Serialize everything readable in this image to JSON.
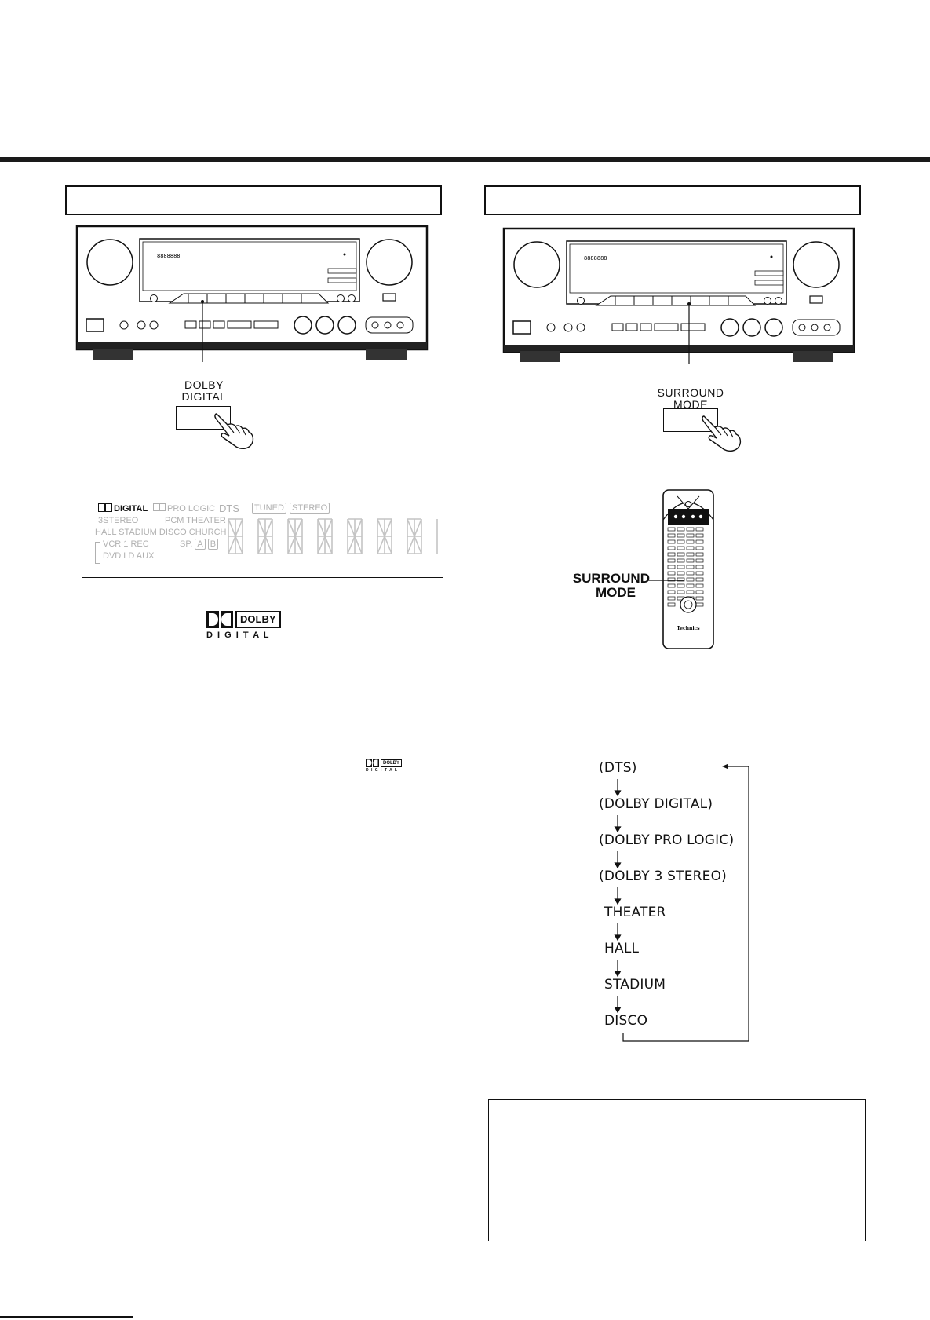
{
  "left_panel": {
    "button_label_line1": "DOLBY",
    "button_label_line2": "DIGITAL",
    "display": {
      "row1_active": "DIGITAL",
      "row1_prologic": "PRO LOGIC",
      "row1_dts": "DTS",
      "row1_tuned": "TUNED",
      "row1_stereo": "STEREO",
      "row2_3stereo": "3STEREO",
      "row2_pcm": "PCM THEATER",
      "row3_modes": "HALL STADIUM DISCO CHURCH",
      "row4_vcr": "VCR 1 REC",
      "row4_sp": "SP.",
      "row4_sp_a": "A",
      "row4_sp_b": "B",
      "row5_inputs": "DVD  LD  AUX"
    },
    "logo_word": "DOLBY",
    "logo_sub": "D I G I T A L",
    "small_logo_word": "DOLBY",
    "small_logo_sub": "D I G I T A L"
  },
  "right_panel": {
    "button_label_line1": "SURROUND",
    "button_label_line2": "MODE",
    "remote_label_line1": "SURROUND",
    "remote_label_line2": "MODE",
    "remote_brand": "Technics",
    "sequence": [
      "(DTS)",
      "(DOLBY DIGITAL)",
      "(DOLBY PRO LOGIC)",
      "(DOLBY 3 STEREO)",
      "THEATER",
      "HALL",
      "STADIUM",
      "DISCO"
    ]
  }
}
